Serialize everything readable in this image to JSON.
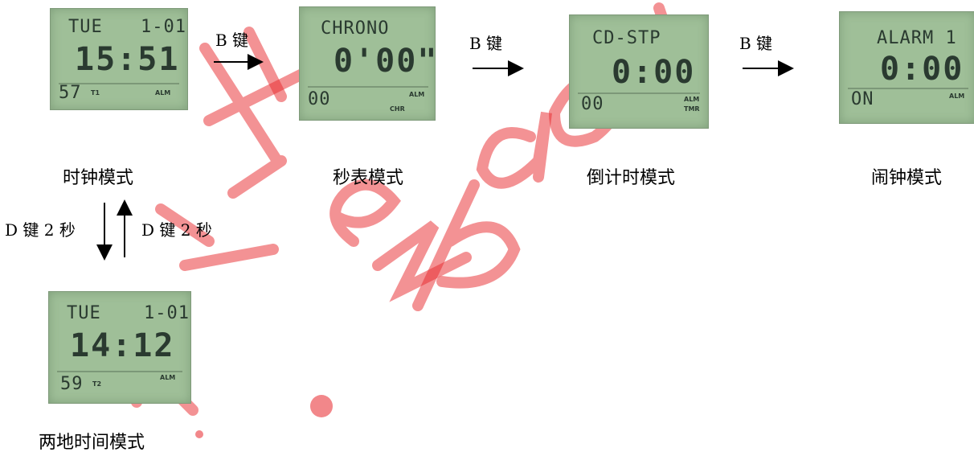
{
  "displays": {
    "clock": {
      "day": "TUE",
      "date": "1-01",
      "time": "15:51",
      "sub": "57",
      "zone": "T1",
      "alm": "ALM"
    },
    "chrono": {
      "title": "CHRONO",
      "time": "0'00\"",
      "sub": "00",
      "alm": "ALM",
      "chr": "CHR"
    },
    "countdown": {
      "title": "CD-STP",
      "time": "0:00",
      "sub": "00",
      "alm": "ALM",
      "tmr": "TMR"
    },
    "alarm": {
      "title": "ALARM 1",
      "time": "0:00",
      "sub": "ON",
      "alm": "ALM"
    },
    "dual": {
      "day": "TUE",
      "date": "1-01",
      "time": "14:12",
      "sub": "59",
      "zone": "T2",
      "alm": "ALM"
    }
  },
  "captions": {
    "clock": "时钟模式",
    "chrono": "秒表模式",
    "countdown": "倒计时模式",
    "alarm": "闹钟模式",
    "dual": "两地时间模式"
  },
  "arrows": {
    "b1": "B 键",
    "b2": "B 键",
    "b3": "B 键",
    "d_down": "D 键 2 秒",
    "d_up": "D 键 2 秒"
  },
  "colors": {
    "lcd_background": "#9fbf98",
    "lcd_segments": "#2a3a30",
    "watermark": "#e8252a"
  }
}
